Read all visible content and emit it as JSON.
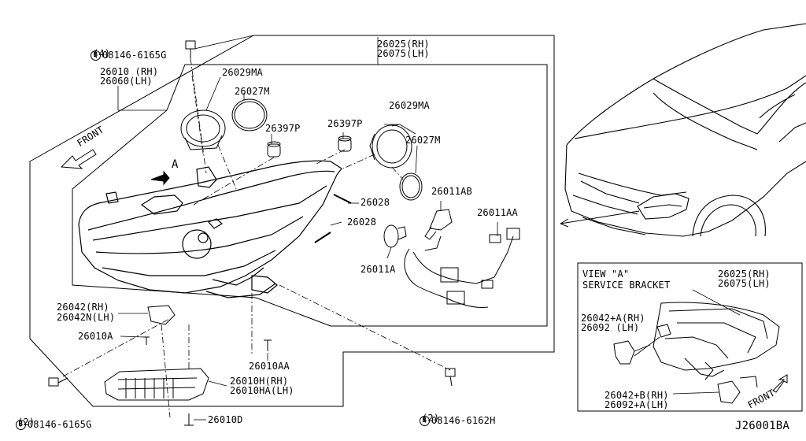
{
  "diagram": {
    "id": "J26001BA",
    "bolt_top": {
      "symbol": "B",
      "part": "08146-6165G",
      "qty": "(4)"
    },
    "bolt_bottom_left": {
      "symbol": "B",
      "part": "08146-6165G",
      "qty": "(2)"
    },
    "bolt_bottom_right": {
      "symbol": "B",
      "part": "08146-6162H",
      "qty": "(2)"
    },
    "headlamp_assy": {
      "rh": "26010 (RH)",
      "lh": "26060(LH)"
    },
    "housing": {
      "rh": "26025(RH)",
      "lh": "26075(LH)"
    },
    "front_label": "FRONT",
    "view_marker": "A",
    "parts": {
      "p26029MA_left": "26029MA",
      "p26027M_left": "26027M",
      "p26397P_left": "26397P",
      "p26397P_right": "26397P",
      "p26029MA_right": "26029MA",
      "p26027M_right": "26027M",
      "p26011AB": "26011AB",
      "p26011AA": "26011AA",
      "p26028_top": "26028",
      "p26028_bottom": "26028",
      "p26011A": "26011A",
      "p26042": {
        "rh": "26042(RH)",
        "lh": "26042N(LH)"
      },
      "p26010A": "26010A",
      "p26010AA": "26010AA",
      "p26010H": {
        "rh": "26010H(RH)",
        "lh": "26010HA(LH)"
      },
      "p26010D": "26010D"
    },
    "inset": {
      "title": "VIEW \"A\"",
      "subtitle": "SERVICE BRACKET",
      "housing": {
        "rh": "26025(RH)",
        "lh": "26075(LH)"
      },
      "upper": {
        "a": "26042+A(RH)",
        "b": "26092 (LH)"
      },
      "lower": {
        "a": "26042+B(RH)",
        "b": "26092+A(LH)"
      },
      "front_label": "FRONT"
    }
  }
}
